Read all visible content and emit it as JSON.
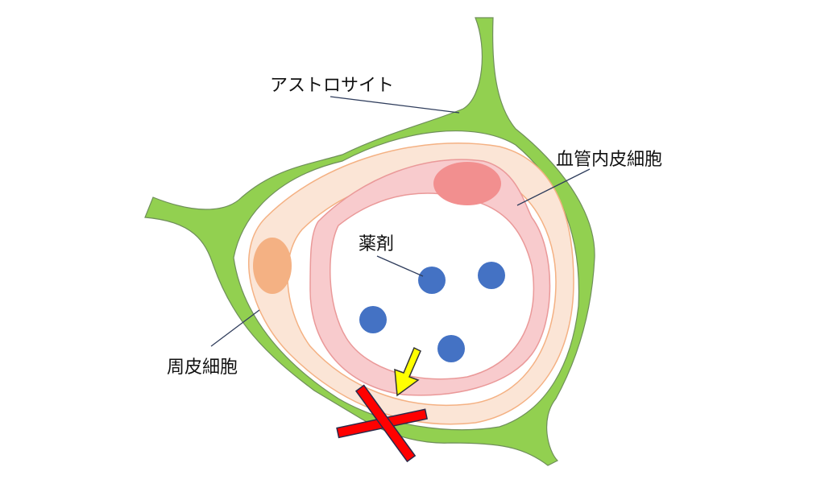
{
  "labels": {
    "astrocyte": "アストロサイト",
    "endothelial_cell": "血管内皮細胞",
    "drug": "薬剤",
    "pericyte": "周皮細胞"
  },
  "colors": {
    "astrocyte": "#92d050",
    "pericyte_fill": "#fbe5d6",
    "pericyte_stroke": "#f4b183",
    "pericyte_nucleus": "#f4b183",
    "endothelial_fill": "#f8cbcd",
    "endothelial_stroke": "#ea9999",
    "endothelial_nucleus": "#f28f8f",
    "drug": "#4472c4",
    "arrow": "#ffff00",
    "cross": "#ff0000"
  }
}
